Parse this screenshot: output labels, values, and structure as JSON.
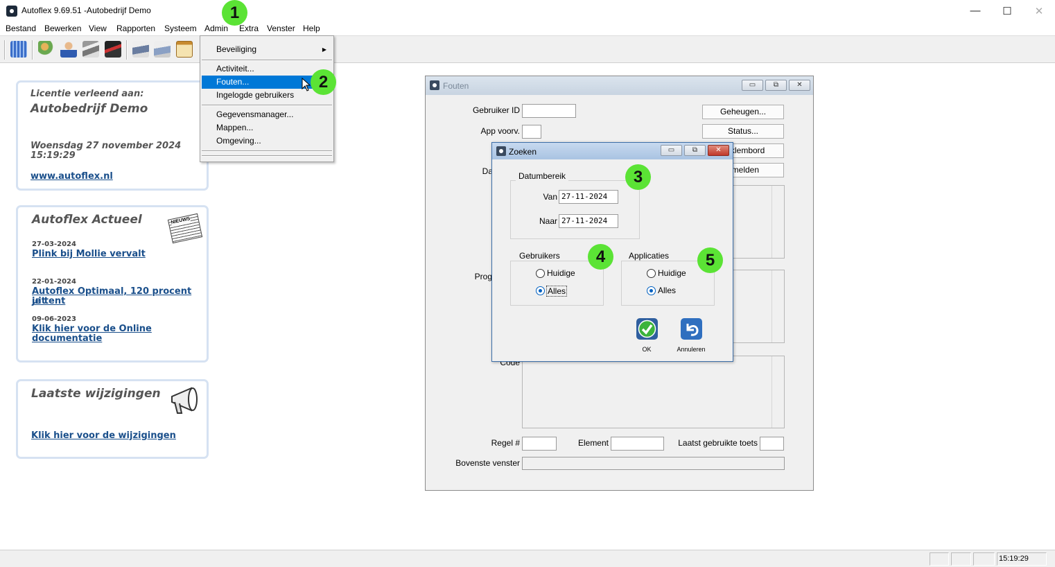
{
  "window": {
    "title": "Autoflex 9.69.51 -Autobedrijf Demo",
    "minimize": "—",
    "maximize": "☐",
    "close": "✕"
  },
  "menubar": [
    "Bestand",
    "Bewerken",
    "View",
    "Rapporten",
    "Systeem",
    "Admin",
    "Extra",
    "Venster",
    "Help"
  ],
  "admin_menu": {
    "items": [
      "Beveiliging",
      "Activiteit...",
      "Fouten...",
      "Ingelogde gebruikers",
      "Gegevensmanager...",
      "Mappen...",
      "Omgeving..."
    ],
    "submenu_arrow": "▶",
    "selected": "Fouten..."
  },
  "license_card": {
    "heading": "Licentie verleend aan:",
    "company": "Autobedrijf Demo",
    "date": "Woensdag 27 november 2024",
    "time": "15:19:29",
    "link": "www.autoflex.nl"
  },
  "news_card": {
    "title": "Autoflex Actueel",
    "icon_text": "NIEUWS",
    "items": [
      {
        "date": "27-03-2024",
        "title": "Plink bij Mollie vervalt"
      },
      {
        "date": "22-01-2024",
        "title": "Autoflex Optimaal, 120 procent uit",
        "title2": "je tent"
      },
      {
        "date": "09-06-2023",
        "title": "Klik hier voor de Online",
        "title2": "documentatie"
      }
    ]
  },
  "changes_card": {
    "title": "Laatste wijzigingen",
    "link": "Klik hier voor de wijzigingen"
  },
  "badges": [
    "1",
    "2",
    "3",
    "4",
    "5"
  ],
  "fouten": {
    "title": "Fouten",
    "labels": {
      "gebruiker_id": "Gebruiker ID",
      "app_voorv": "App voorv.",
      "da": "Da",
      "prog": "Prog",
      "code": "Code",
      "regel": "Regel #",
      "element": "Element",
      "laatst": "Laatst gebruikte toets",
      "bovenste": "Bovenste venster"
    },
    "buttons": {
      "geheugen": "Geheugen...",
      "status": "Status...",
      "klembord": "et klembord",
      "melden": "t melden"
    }
  },
  "zoeken": {
    "title": "Zoeken",
    "datumbereik": "Datumbereik",
    "van_label": "Van",
    "van_value": "27-11-2024",
    "naar_label": "Naar",
    "naar_value": "27-11-2024",
    "gebruikers": {
      "title": "Gebruikers",
      "opt1": "Huidige",
      "opt2": "Alles",
      "selected": "Alles"
    },
    "applicaties": {
      "title": "Applicaties",
      "opt1": "Huidige",
      "opt2": "Alles",
      "selected": "Alles"
    },
    "ok": "OK",
    "annuleren": "Annuleren"
  },
  "statusbar": {
    "time": "15:19:29"
  },
  "colors": {
    "accent": "#0078d7",
    "badge": "#5be335",
    "link": "#1a4f8b",
    "card_border": "#d6e2f2"
  }
}
